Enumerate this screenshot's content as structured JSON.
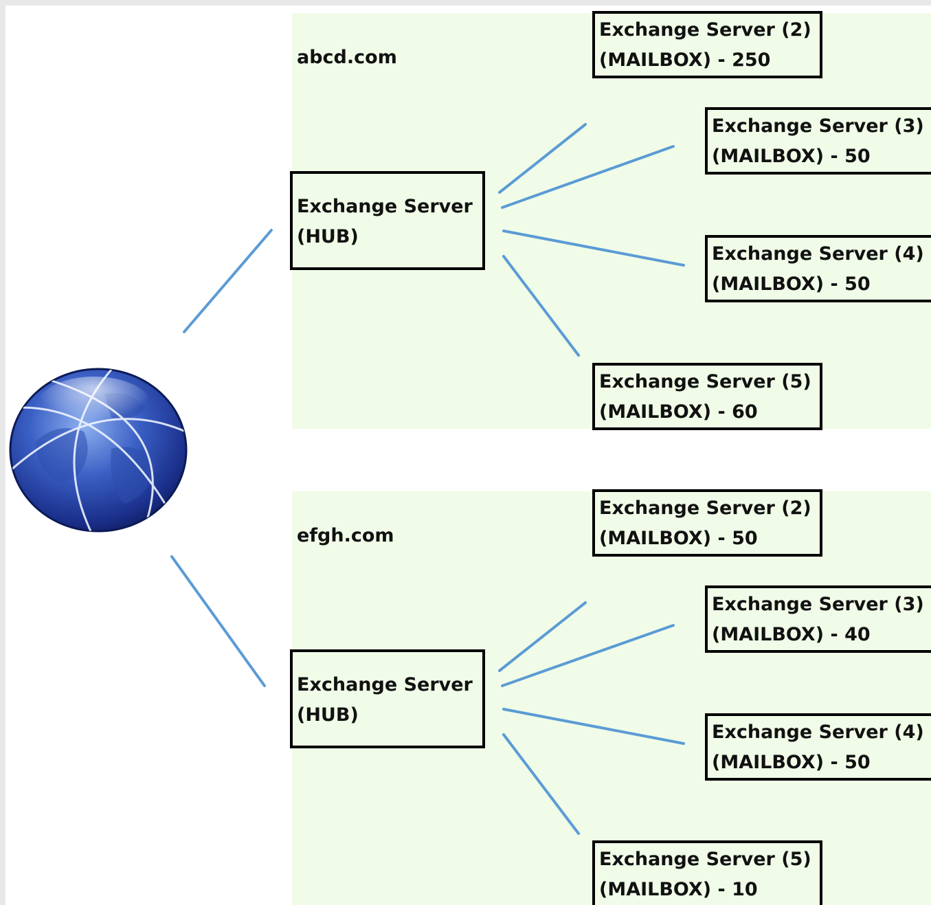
{
  "domains": [
    {
      "name": "abcd.com",
      "hub": {
        "line1": "Exchange Server",
        "line2": "(HUB)"
      },
      "mailboxes": [
        {
          "line1": "Exchange Server (2)",
          "line2": "(MAILBOX) - 250"
        },
        {
          "line1": "Exchange Server (3)",
          "line2": "(MAILBOX) - 50"
        },
        {
          "line1": "Exchange Server (4)",
          "line2": "(MAILBOX) - 50"
        },
        {
          "line1": "Exchange Server (5)",
          "line2": "(MAILBOX) - 60"
        }
      ]
    },
    {
      "name": "efgh.com",
      "hub": {
        "line1": "Exchange Server",
        "line2": "(HUB)"
      },
      "mailboxes": [
        {
          "line1": "Exchange Server (2)",
          "line2": "(MAILBOX) - 50"
        },
        {
          "line1": "Exchange Server (3)",
          "line2": "(MAILBOX) - 40"
        },
        {
          "line1": "Exchange Server (4)",
          "line2": "(MAILBOX) - 50"
        },
        {
          "line1": "Exchange Server (5)",
          "line2": "(MAILBOX) - 10"
        }
      ]
    }
  ],
  "colors": {
    "panel_background": "#f0fce8",
    "connector_line": "#5b9bd5",
    "box_border": "#000000",
    "globe": "#1f3f9e"
  },
  "icons": {
    "internet": "globe-icon"
  }
}
